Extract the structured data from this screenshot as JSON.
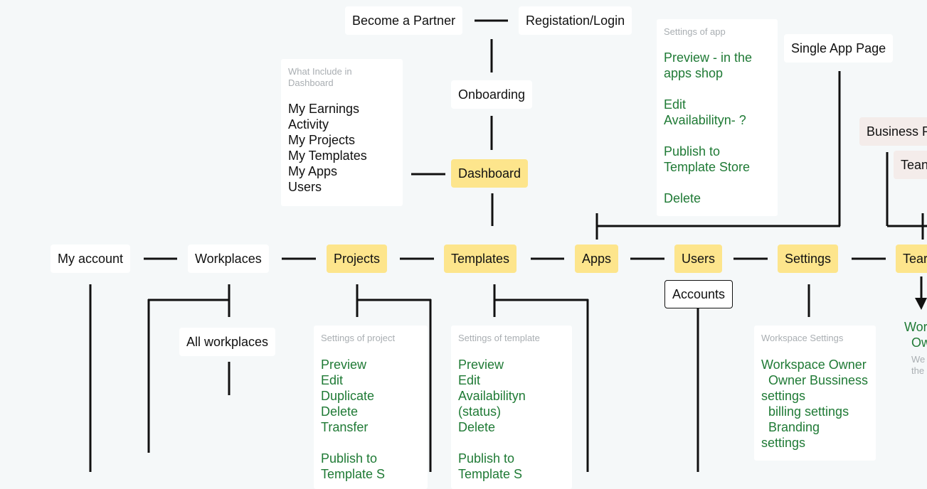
{
  "nodes": {
    "become_partner": "Become a Partner",
    "registration_login": "Registation/Login",
    "onboarding": "Onboarding",
    "dashboard": "Dashboard",
    "single_app_page": "Single App Page",
    "business_partial": "Business P",
    "team_top_partial": "Tean",
    "my_account": "My account",
    "workplaces": "Workplaces",
    "projects": "Projects",
    "templates": "Templates",
    "apps": "Apps",
    "users": "Users",
    "settings": "Settings",
    "team_main_partial": "Tear",
    "accounts": "Accounts",
    "all_workplaces": "All workplaces"
  },
  "cards": {
    "dashboard_include": {
      "label": "What Include in\nDashboard",
      "items": [
        "My Earnings",
        "Activity",
        "My Projects",
        "My Templates",
        "My Apps",
        "Users"
      ]
    },
    "settings_of_app": {
      "label": "Settings of app",
      "items": [
        "Preview - in the",
        "apps shop",
        "",
        "Edit",
        "Availabilityn- ?",
        "",
        "Publish to",
        "Template Store",
        "",
        "Delete"
      ]
    },
    "settings_of_project": {
      "label": "Settings of project",
      "items": [
        "Preview",
        "Edit",
        "Duplicate",
        "Delete",
        "Transfer",
        "",
        "Publish to",
        "Template S"
      ]
    },
    "settings_of_template": {
      "label": "Settings of template",
      "items": [
        "Preview",
        "Edit",
        "Availabilityn",
        "(status)",
        "Delete",
        "",
        "Publish to",
        "Template S"
      ]
    },
    "workspace_settings": {
      "label": "Workspace Settings",
      "items": [
        "Workspace Owner",
        "  Owner Bussiness",
        "settings",
        "  billing settings",
        "  Branding",
        "settings"
      ]
    }
  },
  "partial_note": {
    "line1": "Wor",
    "line2": "Ow",
    "small1": "We",
    "small2": "the"
  },
  "colors": {
    "background": "#f5f8f9",
    "highlight_node": "#fde58c",
    "green_text": "#1f7a35",
    "label_gray": "#a9aeb2",
    "line": "#111111"
  }
}
